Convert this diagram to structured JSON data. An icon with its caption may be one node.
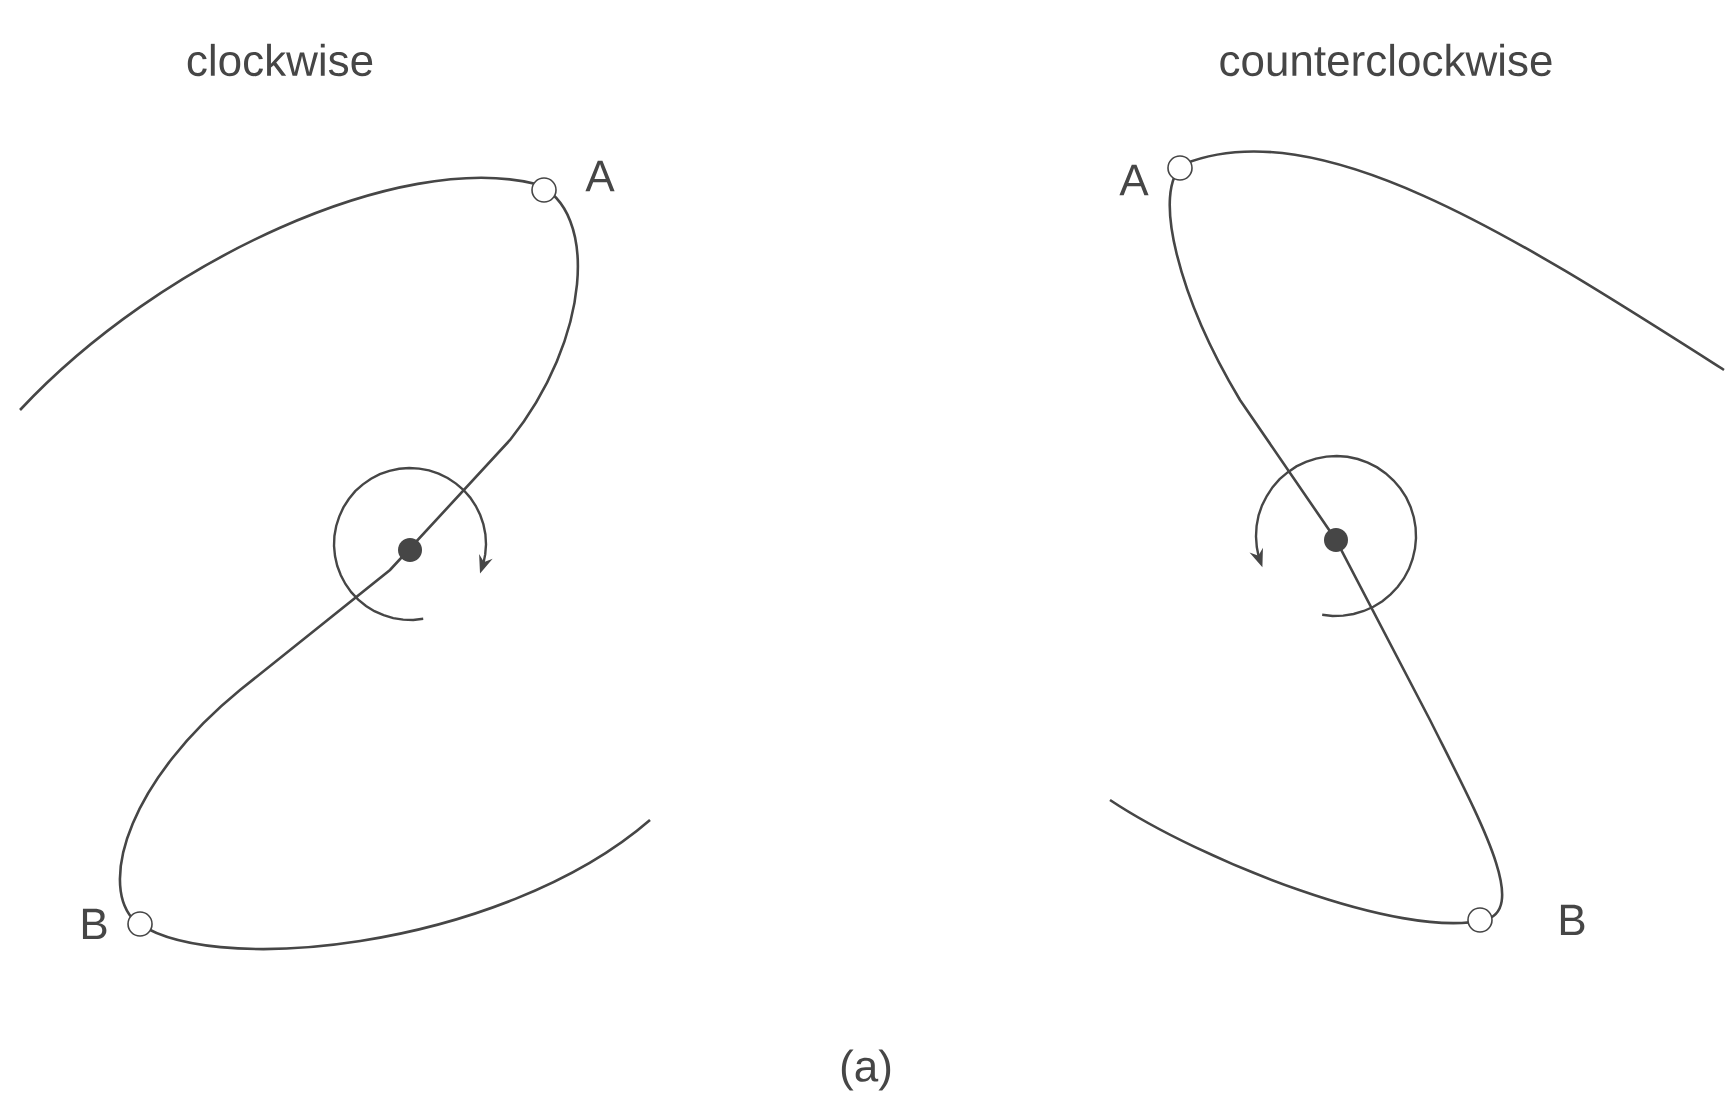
{
  "diagram": {
    "caption": "(a)",
    "labels": [
      "clockwise",
      "counterclockwise",
      "A",
      "A",
      "B",
      "B"
    ]
  }
}
